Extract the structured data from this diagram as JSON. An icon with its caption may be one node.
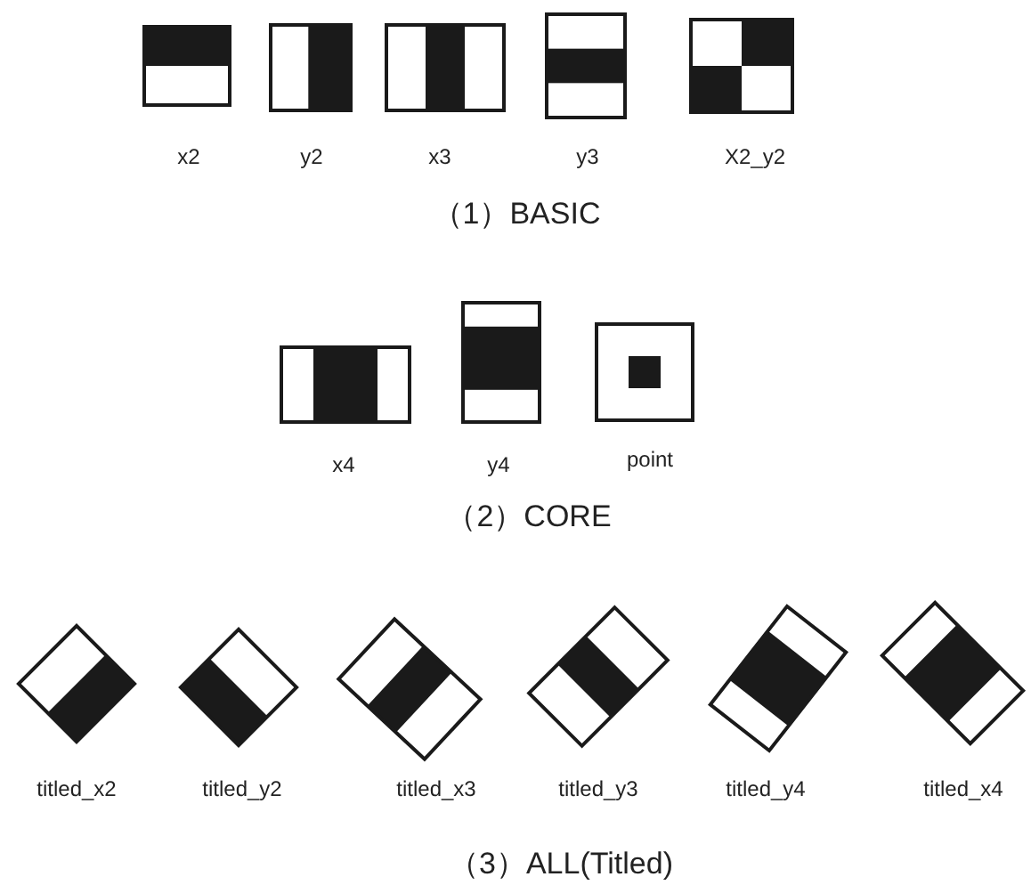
{
  "diagram": {
    "labels": [
      "x2",
      "y2",
      "x3",
      "y3",
      "X2_y2",
      "（1）BASIC",
      "x4",
      "y4",
      "point",
      "（2）CORE",
      "titled_x2",
      "titled_y2",
      "titled_x3",
      "titled_y3",
      "titled_y4",
      "titled_x4",
      "（3）ALL(Titled)"
    ]
  }
}
